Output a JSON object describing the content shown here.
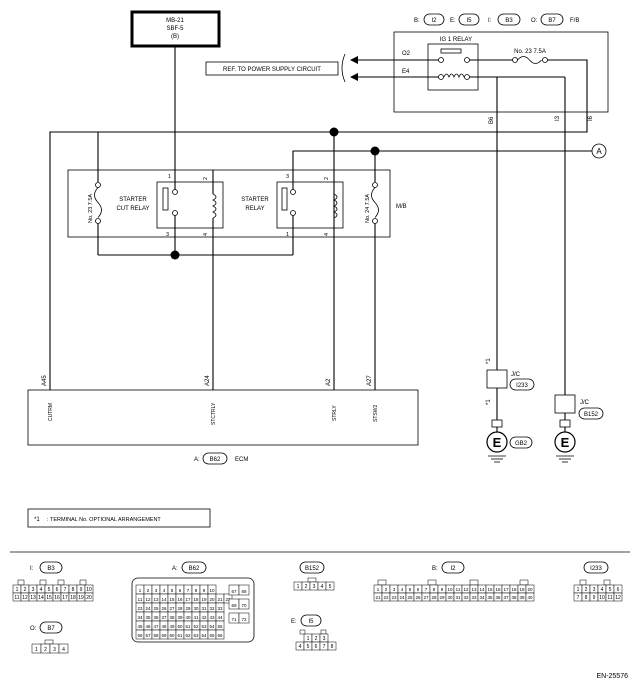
{
  "figure_id": "EN-25576",
  "source_box": {
    "line1": "MB-21",
    "line2": "SBF-5",
    "line3": "(B)"
  },
  "top_connector_key": [
    {
      "letter": "B:",
      "code": "I2"
    },
    {
      "letter": "E:",
      "code": "I5"
    },
    {
      "letter": "I:",
      "code": "B3"
    },
    {
      "letter": "O:",
      "code": "B7"
    }
  ],
  "fb_label": "F/B",
  "ig1_relay_label": "IG 1 RELAY",
  "fuse_top_label": "No. 23  7.5A",
  "ref_text": "REF. TO POWER SUPPLY CIRCUIT",
  "pins": {
    "o2": "O2",
    "e4": "E4",
    "b6": "B6",
    "i3": "I3",
    "i6": "I6"
  },
  "junction_a": "A",
  "mb_label": "M/B",
  "starter_cut_relay": {
    "line1": "STARTER",
    "line2": "CUT RELAY",
    "p1": "1",
    "p2": "2",
    "p3": "3",
    "p4": "4"
  },
  "starter_relay": {
    "line1": "STARTER",
    "line2": "RELAY",
    "p1": "1",
    "p2": "2",
    "p3": "3",
    "p4": "4"
  },
  "fuse_23_vertical": "No. 23  7.5A",
  "fuse_24_vertical": "No. 24  7.5A",
  "ecm_pins": [
    "A45",
    "A24",
    "A2",
    "A27"
  ],
  "ecm_signals": [
    "CUTRM",
    "STCTRLY",
    "STRLY",
    "STSW2"
  ],
  "ecm": {
    "prefix": "A:",
    "code": "B62",
    "name": "ECM"
  },
  "star1": "*1",
  "jc_label": "J/C",
  "jc1_code": "I233",
  "jc2_code": "B152",
  "ground1_code": "GB2",
  "ground_symbol": "E",
  "note": {
    "star": "*1",
    "text": ": TERMINAL No. OPTIONAL ARRANGEMENT"
  },
  "connector_views": {
    "b3": {
      "label": "I:",
      "code": "B3",
      "row1": [
        "1",
        "2",
        "3",
        "4",
        "5",
        "6",
        "7",
        "8",
        "9",
        "10"
      ],
      "row2": [
        "11",
        "12",
        "13",
        "14",
        "15",
        "16",
        "17",
        "18",
        "19",
        "20"
      ]
    },
    "b7": {
      "label": "O:",
      "code": "B7",
      "cells": [
        "1",
        "2",
        "3",
        "4"
      ]
    },
    "b62": {
      "label": "A:",
      "code": "B62",
      "rows": [
        [
          "1",
          "2",
          "3",
          "4",
          "5",
          "6",
          "7",
          "8",
          "9",
          "10"
        ],
        [
          "11",
          "12",
          "13",
          "14",
          "15",
          "16",
          "17",
          "18",
          "19",
          "20",
          "21",
          "22"
        ],
        [
          "23",
          "24",
          "25",
          "26",
          "27",
          "28",
          "29",
          "30",
          "31",
          "32",
          "33"
        ],
        [
          "34",
          "35",
          "36",
          "37",
          "38",
          "39",
          "40",
          "41",
          "42",
          "43",
          "44"
        ],
        [
          "45",
          "46",
          "47",
          "48",
          "49",
          "50",
          "51",
          "52",
          "53",
          "54",
          "55"
        ],
        [
          "56",
          "57",
          "58",
          "59",
          "60",
          "61",
          "62",
          "63",
          "64",
          "65",
          "66"
        ]
      ],
      "side": [
        "67",
        "68",
        "69",
        "70",
        "71",
        "72"
      ]
    },
    "b152": {
      "code": "B152",
      "cells": [
        "1",
        "2",
        "3",
        "4",
        "5"
      ]
    },
    "i5": {
      "label": "E:",
      "code": "I5",
      "row1": [
        "1",
        "2",
        "3"
      ],
      "row2": [
        "4",
        "5",
        "6",
        "7",
        "8"
      ]
    },
    "i2": {
      "label": "B:",
      "code": "I2",
      "row1": [
        "1",
        "2",
        "3",
        "4",
        "5",
        "6",
        "7",
        "8",
        "9",
        "10",
        "11",
        "12",
        "13",
        "14",
        "15",
        "16",
        "17",
        "18",
        "19",
        "20"
      ],
      "row2": [
        "21",
        "22",
        "23",
        "24",
        "25",
        "26",
        "27",
        "28",
        "29",
        "30",
        "31",
        "32",
        "33",
        "34",
        "35",
        "36",
        "37",
        "38",
        "39",
        "40"
      ]
    },
    "i233": {
      "code": "I233",
      "row1": [
        "1",
        "2",
        "3",
        "4",
        "5",
        "6"
      ],
      "row2": [
        "7",
        "8",
        "9",
        "10",
        "11",
        "12"
      ]
    }
  }
}
